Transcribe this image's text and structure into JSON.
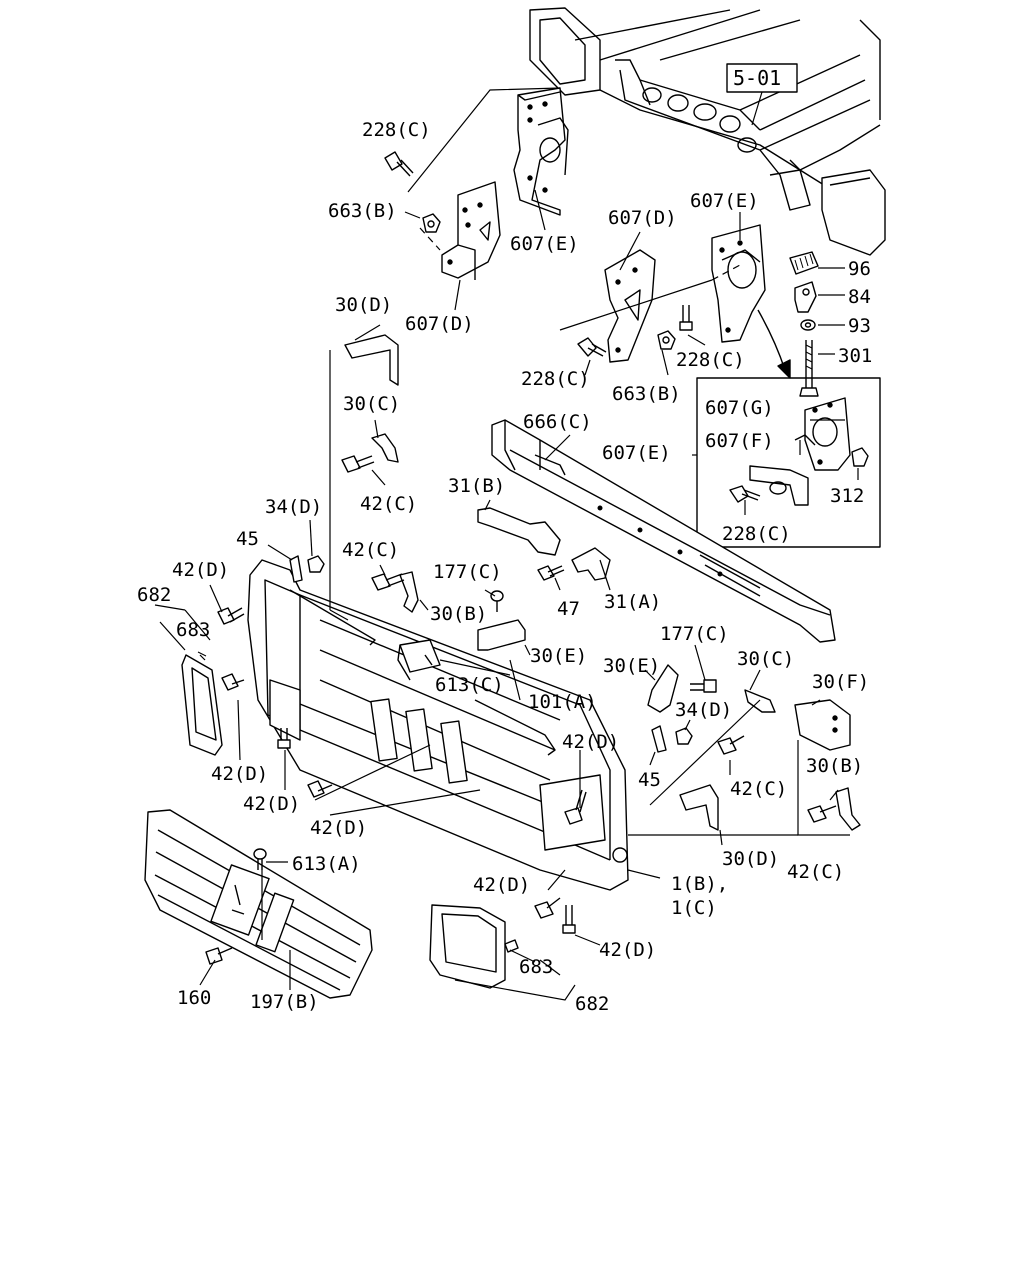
{
  "reference_box": "5-01",
  "callouts": {
    "c_228c_top": "228(C)",
    "c_663b_top": "663(B)",
    "c_607e_top": "607(E)",
    "c_607d_top": "607(D)",
    "c_607d_mid": "607(D)",
    "c_607e_mid": "607(E)",
    "c_96": "96",
    "c_84": "84",
    "c_93": "93",
    "c_301": "301",
    "c_228c_mid_left": "228(C)",
    "c_228c_mid_right": "228(C)",
    "c_663b_mid": "663(B)",
    "c_30d_top": "30(D)",
    "c_30c_top": "30(C)",
    "c_42c_a": "42(C)",
    "c_666c": "666(C)",
    "c_607e_inset_ref": "607(E)",
    "c_607g": "607(G)",
    "c_607f": "607(F)",
    "c_312": "312",
    "c_228c_inset": "228(C)",
    "c_31b": "31(B)",
    "c_34d_left": "34(D)",
    "c_45_left": "45",
    "c_42c_b": "42(C)",
    "c_177c_left": "177(C)",
    "c_42d_left_top": "42(D)",
    "c_682_left": "682",
    "c_683_left": "683",
    "c_47": "47",
    "c_31a": "31(A)",
    "c_30b_mid": "30(B)",
    "c_30e_mid": "30(E)",
    "c_613c": "613(C)",
    "c_101a": "101(A)",
    "c_177c_right": "177(C)",
    "c_30e_right": "30(E)",
    "c_30c_right": "30(C)",
    "c_30f": "30(F)",
    "c_34d_right": "34(D)",
    "c_42d_center": "42(D)",
    "c_45_right": "45",
    "c_42c_c": "42(C)",
    "c_30b_right": "30(B)",
    "c_42d_left_a": "42(D)",
    "c_42d_left_b": "42(D)",
    "c_42d_left_c": "42(D)",
    "c_30d_bottom": "30(D)",
    "c_42c_d": "42(C)",
    "c_1b": "1(B),",
    "c_1c": "1(C)",
    "c_613a": "613(A)",
    "c_42d_bottom_a": "42(D)",
    "c_42d_bottom_b": "42(D)",
    "c_160": "160",
    "c_197b": "197(B)",
    "c_683_bottom": "683",
    "c_682_bottom": "682"
  }
}
